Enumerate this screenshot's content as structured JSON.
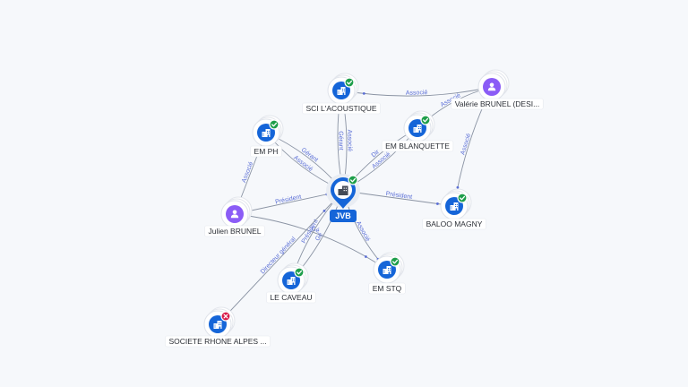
{
  "colors": {
    "company": "#1565d8",
    "person": "#8b5cf6",
    "ok": "#1e9e4a",
    "ko": "#d81b49",
    "edge": "#8a93a3",
    "edge_label": "#5b6fd6",
    "center": "#1565d8"
  },
  "nodes": [
    {
      "id": "jvb",
      "label": "JVB",
      "kind": "company",
      "status": "ok",
      "center": true
    },
    {
      "id": "sci",
      "label": "SCI L'ACOUSTIQUE",
      "kind": "company",
      "status": "ok"
    },
    {
      "id": "emph",
      "label": "EM PH",
      "kind": "company",
      "status": "ok"
    },
    {
      "id": "embl",
      "label": "EM BLANQUETTE",
      "kind": "company",
      "status": "ok"
    },
    {
      "id": "valerie",
      "label": "Valérie BRUNEL (DESI...",
      "kind": "person",
      "status": ""
    },
    {
      "id": "julien",
      "label": "Julien BRUNEL",
      "kind": "person",
      "status": ""
    },
    {
      "id": "baloo",
      "label": "BALOO MAGNY",
      "kind": "company",
      "status": "ok"
    },
    {
      "id": "emstq",
      "label": "EM STQ",
      "kind": "company",
      "status": "ok"
    },
    {
      "id": "caveau",
      "label": "LE CAVEAU",
      "kind": "company",
      "status": "ok"
    },
    {
      "id": "rhone",
      "label": "SOCIETE RHONE ALPES ...",
      "kind": "company",
      "status": "ko"
    }
  ],
  "edges": [
    {
      "from": "sci",
      "to": "jvb",
      "label": "Gérant"
    },
    {
      "from": "sci",
      "to": "jvb",
      "label": "Associé"
    },
    {
      "from": "emph",
      "to": "jvb",
      "label": "Gérant"
    },
    {
      "from": "emph",
      "to": "jvb",
      "label": "Associé"
    },
    {
      "from": "emph",
      "to": "julien",
      "label": "Associé"
    },
    {
      "from": "embl",
      "to": "jvb",
      "label": "Associé"
    },
    {
      "from": "embl",
      "to": "jvb",
      "label": "Dir"
    },
    {
      "from": "valerie",
      "to": "sci",
      "label": "Associé"
    },
    {
      "from": "valerie",
      "to": "embl",
      "label": "Associé"
    },
    {
      "from": "valerie",
      "to": "baloo",
      "label": "Associé"
    },
    {
      "from": "julien",
      "to": "jvb",
      "label": "Président"
    },
    {
      "from": "jvb",
      "to": "baloo",
      "label": "Président"
    },
    {
      "from": "jvb",
      "to": "emstq",
      "label": "Associé"
    },
    {
      "from": "julien",
      "to": "emstq",
      "label": "Gé"
    },
    {
      "from": "caveau",
      "to": "jvb",
      "label": "Gé"
    },
    {
      "from": "caveau",
      "to": "jvb",
      "label": "Président"
    },
    {
      "from": "rhone",
      "to": "jvb",
      "label": "Directeur général"
    }
  ]
}
